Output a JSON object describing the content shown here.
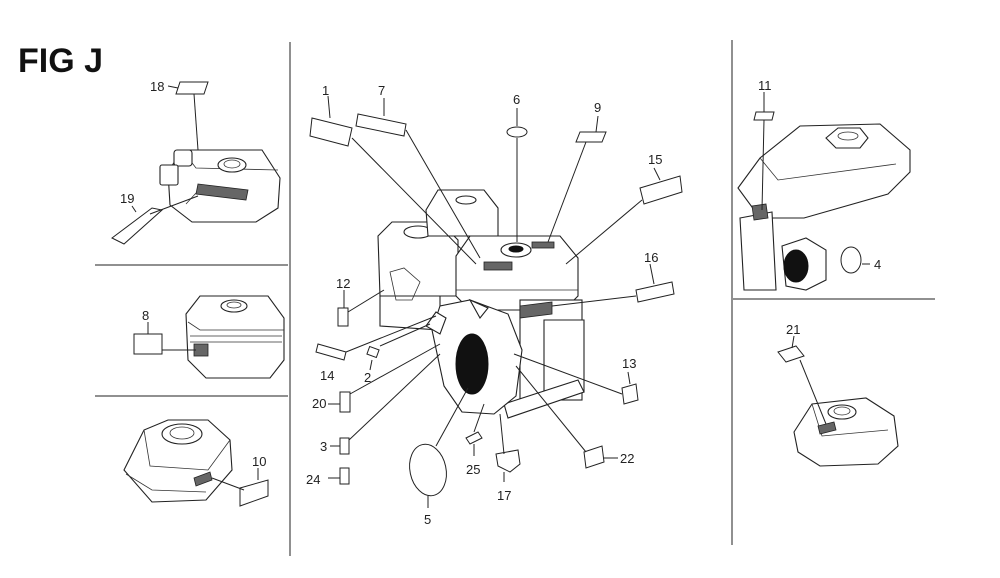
{
  "figure": {
    "title": "FIG J"
  },
  "callouts": {
    "c1": "1",
    "c2": "2",
    "c3": "3",
    "c4": "4",
    "c5": "5",
    "c6": "6",
    "c7": "7",
    "c8": "8",
    "c9": "9",
    "c10": "10",
    "c11": "11",
    "c12": "12",
    "c13": "13",
    "c14": "14",
    "c15": "15",
    "c16": "16",
    "c17": "17",
    "c18": "18",
    "c19": "19",
    "c20": "20",
    "c21": "21",
    "c22": "22",
    "c24": "24",
    "c25": "25"
  }
}
